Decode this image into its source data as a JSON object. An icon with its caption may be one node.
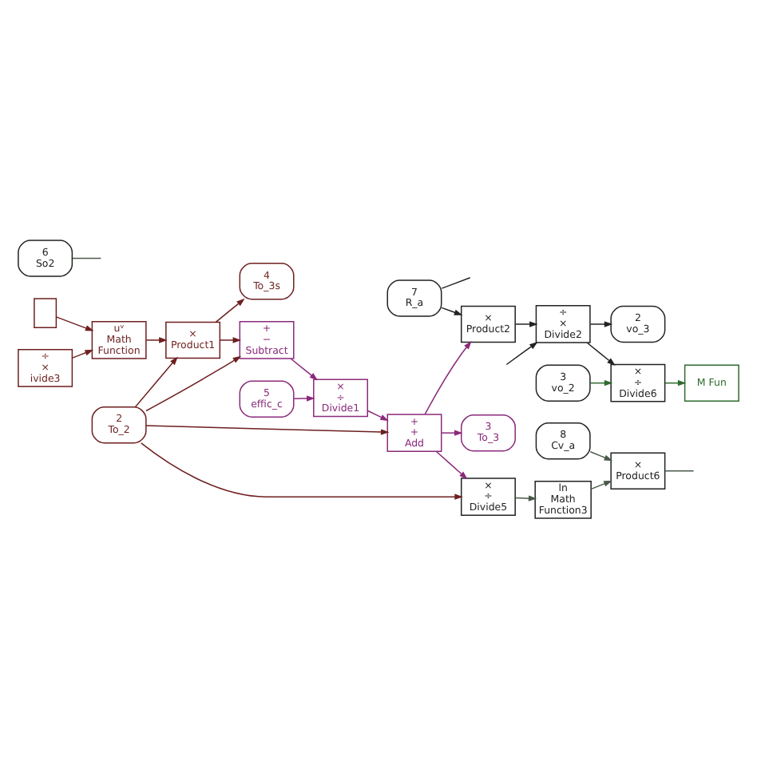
{
  "diagram": {
    "nodes": [
      {
        "text": [],
        "shape": "box"
      },
      {
        "text": [
          "÷",
          "×",
          "ivide3"
        ]
      },
      {
        "text": [
          "uᵛ",
          "Math Function"
        ]
      },
      {
        "text": [
          "×",
          "Product1"
        ]
      },
      {
        "text": [
          "4",
          "To_3s"
        ]
      },
      {
        "text": [
          "2",
          "To_2"
        ]
      },
      {
        "text": [
          "+",
          "−",
          "Subtract"
        ]
      },
      {
        "text": [
          "5",
          "effic_c"
        ]
      },
      {
        "text": [
          "×",
          "÷",
          "Divide1"
        ]
      },
      {
        "text": [
          "+",
          "+",
          "Add"
        ]
      },
      {
        "text": [
          "3",
          "To_3"
        ]
      },
      {
        "text": [
          "7",
          "R_a"
        ]
      },
      {
        "text": [
          "×",
          "Product2"
        ]
      },
      {
        "text": [
          "÷",
          "×",
          "Divide2"
        ]
      },
      {
        "text": [
          "2",
          "vo_3"
        ]
      },
      {
        "text": [
          "3",
          "vo_2"
        ]
      },
      {
        "text": [
          "×",
          "÷",
          "Divide6"
        ]
      },
      {
        "text": [
          "M Fun"
        ]
      },
      {
        "text": [
          "×",
          "÷",
          "Divide5"
        ]
      },
      {
        "text": [
          "ln",
          "Math Function3"
        ]
      },
      {
        "text": [
          "8",
          "Cv_a"
        ]
      },
      {
        "text": [
          "×",
          "Product6"
        ]
      },
      {
        "text": [
          "6",
          "So2"
        ]
      }
    ],
    "edges": [
      {
        "from": 0,
        "to": 2,
        "arrow": "to"
      },
      {
        "from": 1,
        "to": 2,
        "arrow": "to"
      },
      {
        "from": 2,
        "to": 3,
        "arrow": "to"
      },
      {
        "from": 3,
        "to": 4,
        "arrow": "to"
      },
      {
        "from": 3,
        "to": 6,
        "arrow": "to"
      },
      {
        "from": 5,
        "to": 6,
        "arrow": "to"
      },
      {
        "from": 5,
        "to": 3,
        "arrow": "to"
      },
      {
        "from": 5,
        "to": 9,
        "arrow": "to"
      },
      {
        "from": 5,
        "to": 18,
        "arrow": "to"
      },
      {
        "from": 6,
        "to": 8,
        "arrow": "to",
        "color": "#8b2a7a"
      },
      {
        "from": 7,
        "to": 8,
        "arrow": "to",
        "color": "#8b2a7a"
      },
      {
        "from": 8,
        "to": 9,
        "arrow": "to",
        "color": "#8b2a7a"
      },
      {
        "from": 9,
        "to": 10,
        "arrow": "to",
        "color": "#8b2a7a"
      },
      {
        "from": 9,
        "to": 12,
        "arrow": "to",
        "color": "#8b2a7a"
      },
      {
        "from": 9,
        "to": 18,
        "arrow": "to",
        "color": "#8b2a7a"
      },
      {
        "from": 11,
        "to": 12,
        "arrow": "to",
        "color": "#222222"
      },
      {
        "from": 11,
        "to": null,
        "arrow": "none",
        "color": "#222222"
      },
      {
        "from": null,
        "to": 13,
        "arrow": "to",
        "color": "#222222"
      },
      {
        "from": 12,
        "to": 13,
        "arrow": "to",
        "color": "#222222"
      },
      {
        "from": 13,
        "to": 14,
        "arrow": "to",
        "color": "#222222"
      },
      {
        "from": 13,
        "to": 16,
        "arrow": "to",
        "color": "#222222"
      },
      {
        "from": 15,
        "to": 16,
        "arrow": "to",
        "color": "#2f6b2f"
      },
      {
        "from": 16,
        "to": 17,
        "arrow": "to",
        "color": "#2f6b2f"
      },
      {
        "from": 18,
        "to": 19,
        "arrow": "to",
        "color": "#4a5a4a"
      },
      {
        "from": 19,
        "to": 21,
        "arrow": "to",
        "color": "#4a5a4a"
      },
      {
        "from": 20,
        "to": 21,
        "arrow": "to",
        "color": "#4a5a4a"
      },
      {
        "from": 21,
        "to": null,
        "arrow": "none",
        "color": "#4a5a4a"
      },
      {
        "from": 22,
        "to": null,
        "arrow": "none",
        "color": "#4a5a4a"
      }
    ]
  }
}
